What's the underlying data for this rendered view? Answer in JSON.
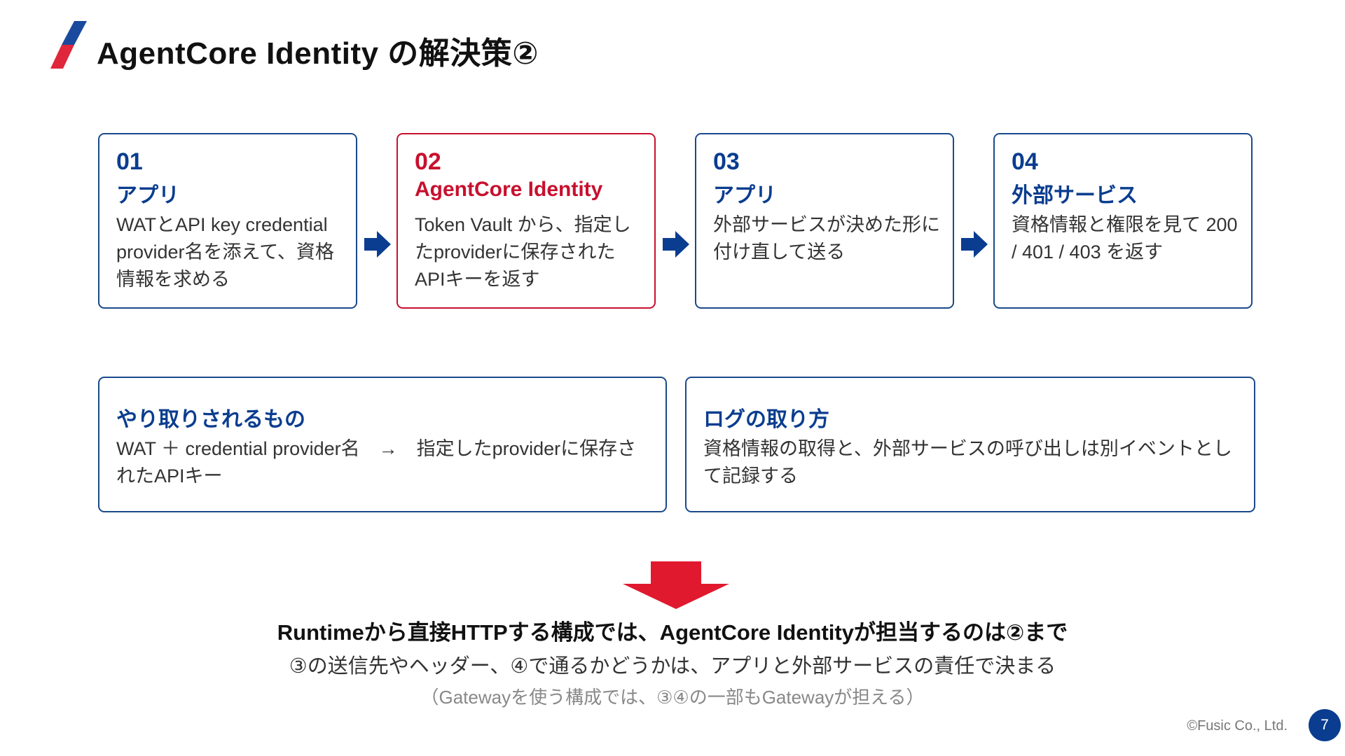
{
  "title": "AgentCore Identity の解決策②",
  "colors": {
    "primary": "#0a3d8f",
    "accent": "#c8102e",
    "text": "#333333"
  },
  "steps": [
    {
      "num": "01",
      "name": "アプリ",
      "desc": "WATとAPI key credential provider名を添えて、資格情報を求める"
    },
    {
      "num": "02",
      "name": "AgentCore Identity",
      "desc": "Token Vault から、指定したproviderに保存されたAPIキーを返す"
    },
    {
      "num": "03",
      "name": "アプリ",
      "desc": "外部サービスが決めた形に付け直して送る"
    },
    {
      "num": "04",
      "name": "外部サービス",
      "desc": "資格情報と権限を見て 200 / 401 / 403 を返す"
    }
  ],
  "info": [
    {
      "title": "やり取りされるもの",
      "body": "WAT ＋ credential provider名　→　指定したproviderに保存されたAPIキー"
    },
    {
      "title": "ログの取り方",
      "body": "資格情報の取得と、外部サービスの呼び出しは別イベントとして記録する"
    }
  ],
  "conclusion": {
    "main": "Runtimeから直接HTTPする構成では、AgentCore Identityが担当するのは②まで",
    "sub": "③の送信先やヘッダー、④で通るかどうかは、アプリと外部サービスの責任で決まる",
    "note": "（Gatewayを使う構成では、③④の一部もGatewayが担える）"
  },
  "footer": {
    "copyright": "©Fusic Co., Ltd.",
    "page": "7"
  },
  "icons": {
    "flow": "right-arrow-icon",
    "result": "down-arrow-icon",
    "logo": "slash-logo-icon"
  }
}
